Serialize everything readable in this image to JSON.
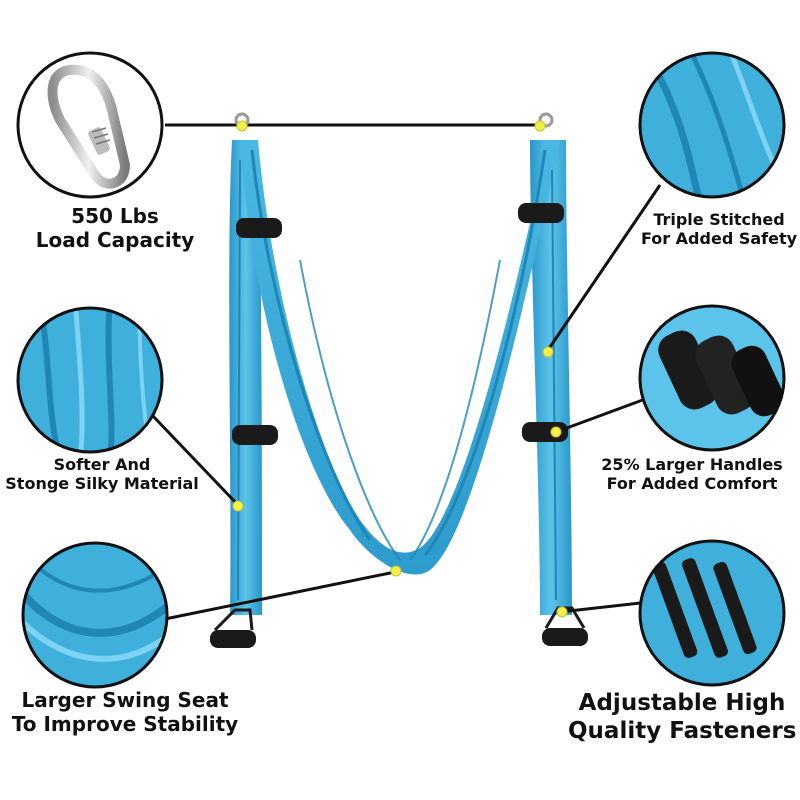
{
  "callouts": {
    "load_capacity": {
      "line1": "550 Lbs",
      "line2": "Load Capacity"
    },
    "material": {
      "line1": "Softer And",
      "line2": "Stonge Silky Material"
    },
    "swing_seat": {
      "line1": "Larger Swing Seat",
      "line2": "To Improve Stability"
    },
    "stitching": {
      "line1": "Triple Stitched",
      "line2": "For Added Safety"
    },
    "handles": {
      "line1": "25% Larger Handles",
      "line2": "For Added Comfort"
    },
    "fasteners": {
      "line1": "Adjustable High",
      "line2": "Quality Fasteners"
    }
  },
  "colors": {
    "fabric": "#3fb0dc",
    "fabric_dark": "#1f86b6",
    "handle": "#1a1a1a",
    "marker": "#f2ee4a",
    "line": "#111111"
  }
}
